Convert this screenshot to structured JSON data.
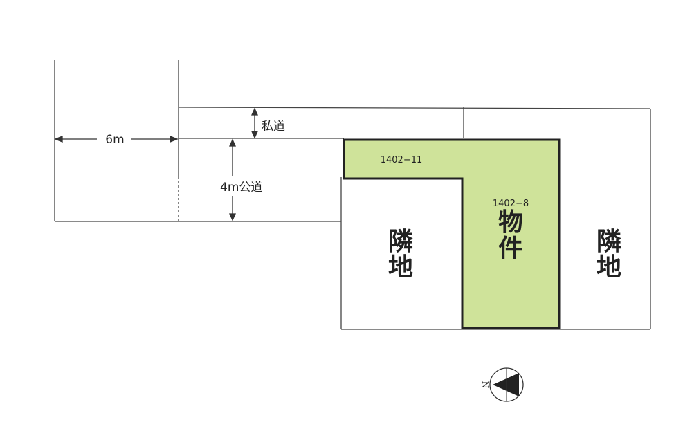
{
  "labels": {
    "road_width": "6m",
    "private_road": "私道",
    "public_road": "4m公道",
    "lot_a": "1402−11",
    "lot_b": "1402−8",
    "property_char1": "物",
    "property_char2": "件",
    "neighbor_left_char1": "隣",
    "neighbor_left_char2": "地",
    "neighbor_right_char1": "隣",
    "neighbor_right_char2": "地",
    "north": "N"
  },
  "colors": {
    "property_fill": "#cfe39a",
    "line": "#333333",
    "property_outline": "#222222"
  },
  "icons": {
    "compass": "north-arrow-icon"
  }
}
